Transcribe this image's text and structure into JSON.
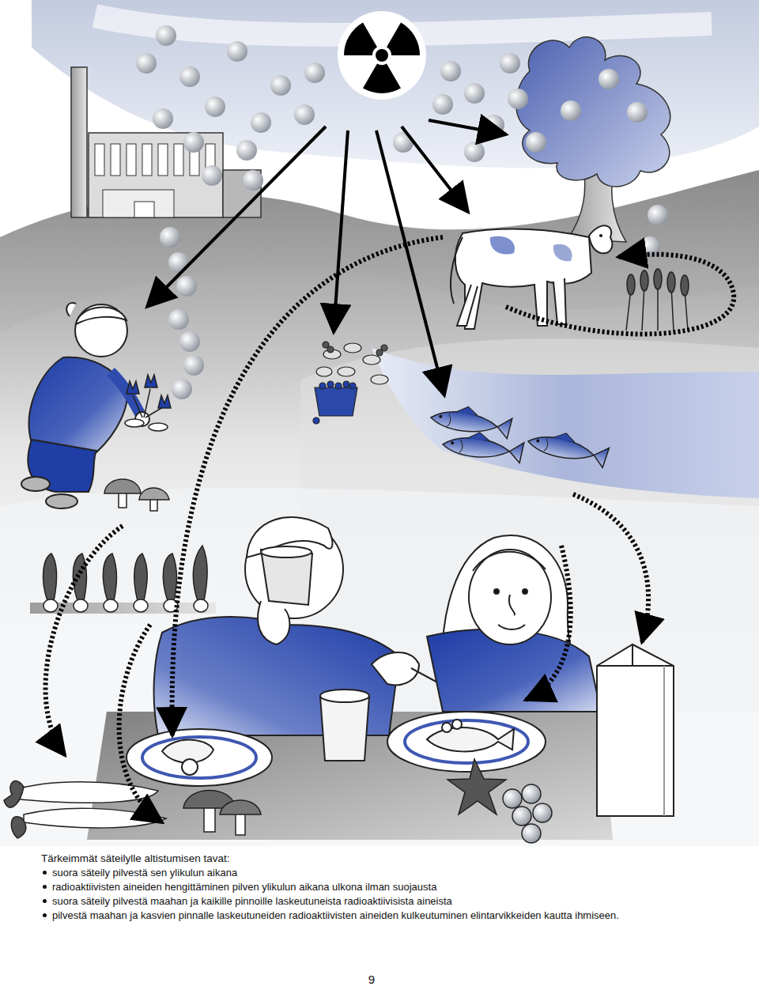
{
  "diagram": {
    "title": "Tärkeimmät säteilylle altistumisen tavat:",
    "labels": [
      "suora säteily pilvestä sen ylikulun aikana",
      "radioaktiivisten aineiden hengittäminen pilven ylikulun aikana ulkona ilman suojausta",
      "suora säteily pilvestä maahan ja kaikille pinnoille laskeutuneista radioaktiivisista aineista",
      "pilvestä maahan ja kasvien pinnalle laskeutuneiden radioaktiivisten aineiden kulkeutuminen elintarvikkeiden kautta ihmiseen.",
      "9"
    ]
  }
}
